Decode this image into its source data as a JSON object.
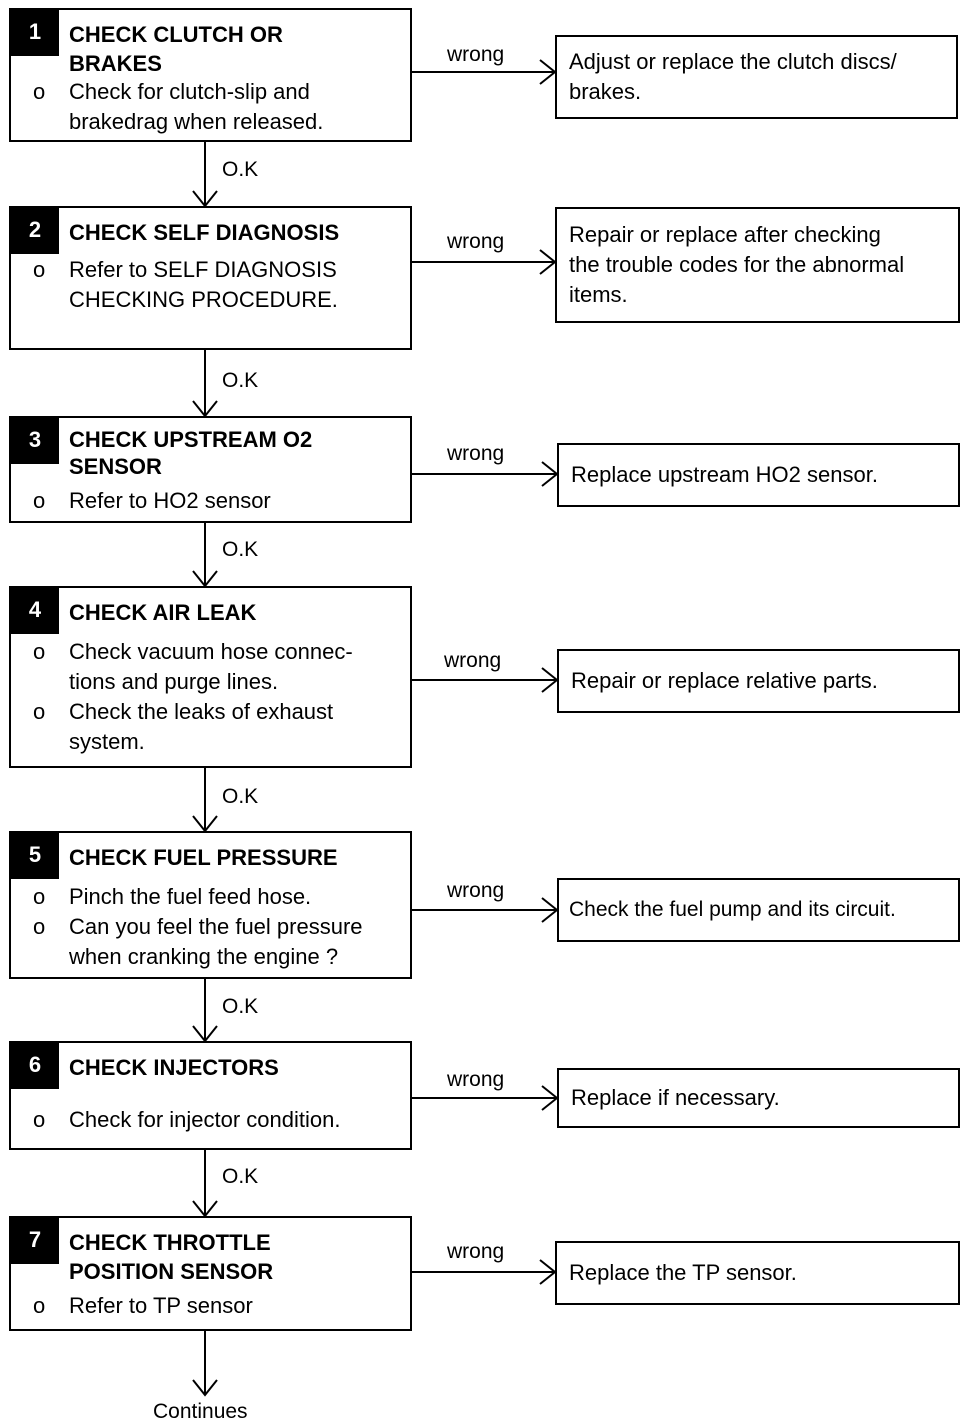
{
  "steps": [
    {
      "num": "1",
      "title_lines": [
        "CHECK CLUTCH OR",
        "BRAKES"
      ],
      "bullets": [
        "Check for clutch-slip and brakedrag when released."
      ],
      "result_lines": [
        "Adjust or replace the clutch discs/",
        "brakes."
      ]
    },
    {
      "num": "2",
      "title_lines": [
        "CHECK SELF DIAGNOSIS"
      ],
      "bullets": [
        "Refer to SELF DIAGNOSIS CHECKING PROCEDURE."
      ],
      "result_lines": [
        "Repair or replace after checking",
        "the trouble codes for the abnormal",
        "items."
      ]
    },
    {
      "num": "3",
      "title_lines": [
        "CHECK UPSTREAM O2",
        "SENSOR"
      ],
      "bullets": [
        "Refer to HO2 sensor"
      ],
      "result_lines": [
        "Replace upstream HO2 sensor."
      ]
    },
    {
      "num": "4",
      "title_lines": [
        "CHECK AIR LEAK"
      ],
      "bullets": [
        "Check vacuum hose connec- tions and purge lines.",
        "Check the leaks of exhaust system."
      ],
      "result_lines": [
        "Repair or replace relative parts."
      ]
    },
    {
      "num": "5",
      "title_lines": [
        "CHECK FUEL PRESSURE"
      ],
      "bullets": [
        "Pinch the fuel feed hose.",
        "Can you feel the fuel pressure when cranking the engine ?"
      ],
      "result_lines": [
        "Check the fuel pump and its circuit."
      ]
    },
    {
      "num": "6",
      "title_lines": [
        "CHECK INJECTORS"
      ],
      "bullets": [
        "Check for injector condition."
      ],
      "result_lines": [
        "Replace if necessary."
      ]
    },
    {
      "num": "7",
      "title_lines": [
        "CHECK THROTTLE",
        "POSITION SENSOR"
      ],
      "bullets": [
        "Refer to TP sensor"
      ],
      "result_lines": [
        "Replace the TP sensor."
      ]
    }
  ],
  "bullet_marker": "o",
  "labels": {
    "wrong": "wrong",
    "ok": "O.K",
    "continues": "Continues"
  }
}
